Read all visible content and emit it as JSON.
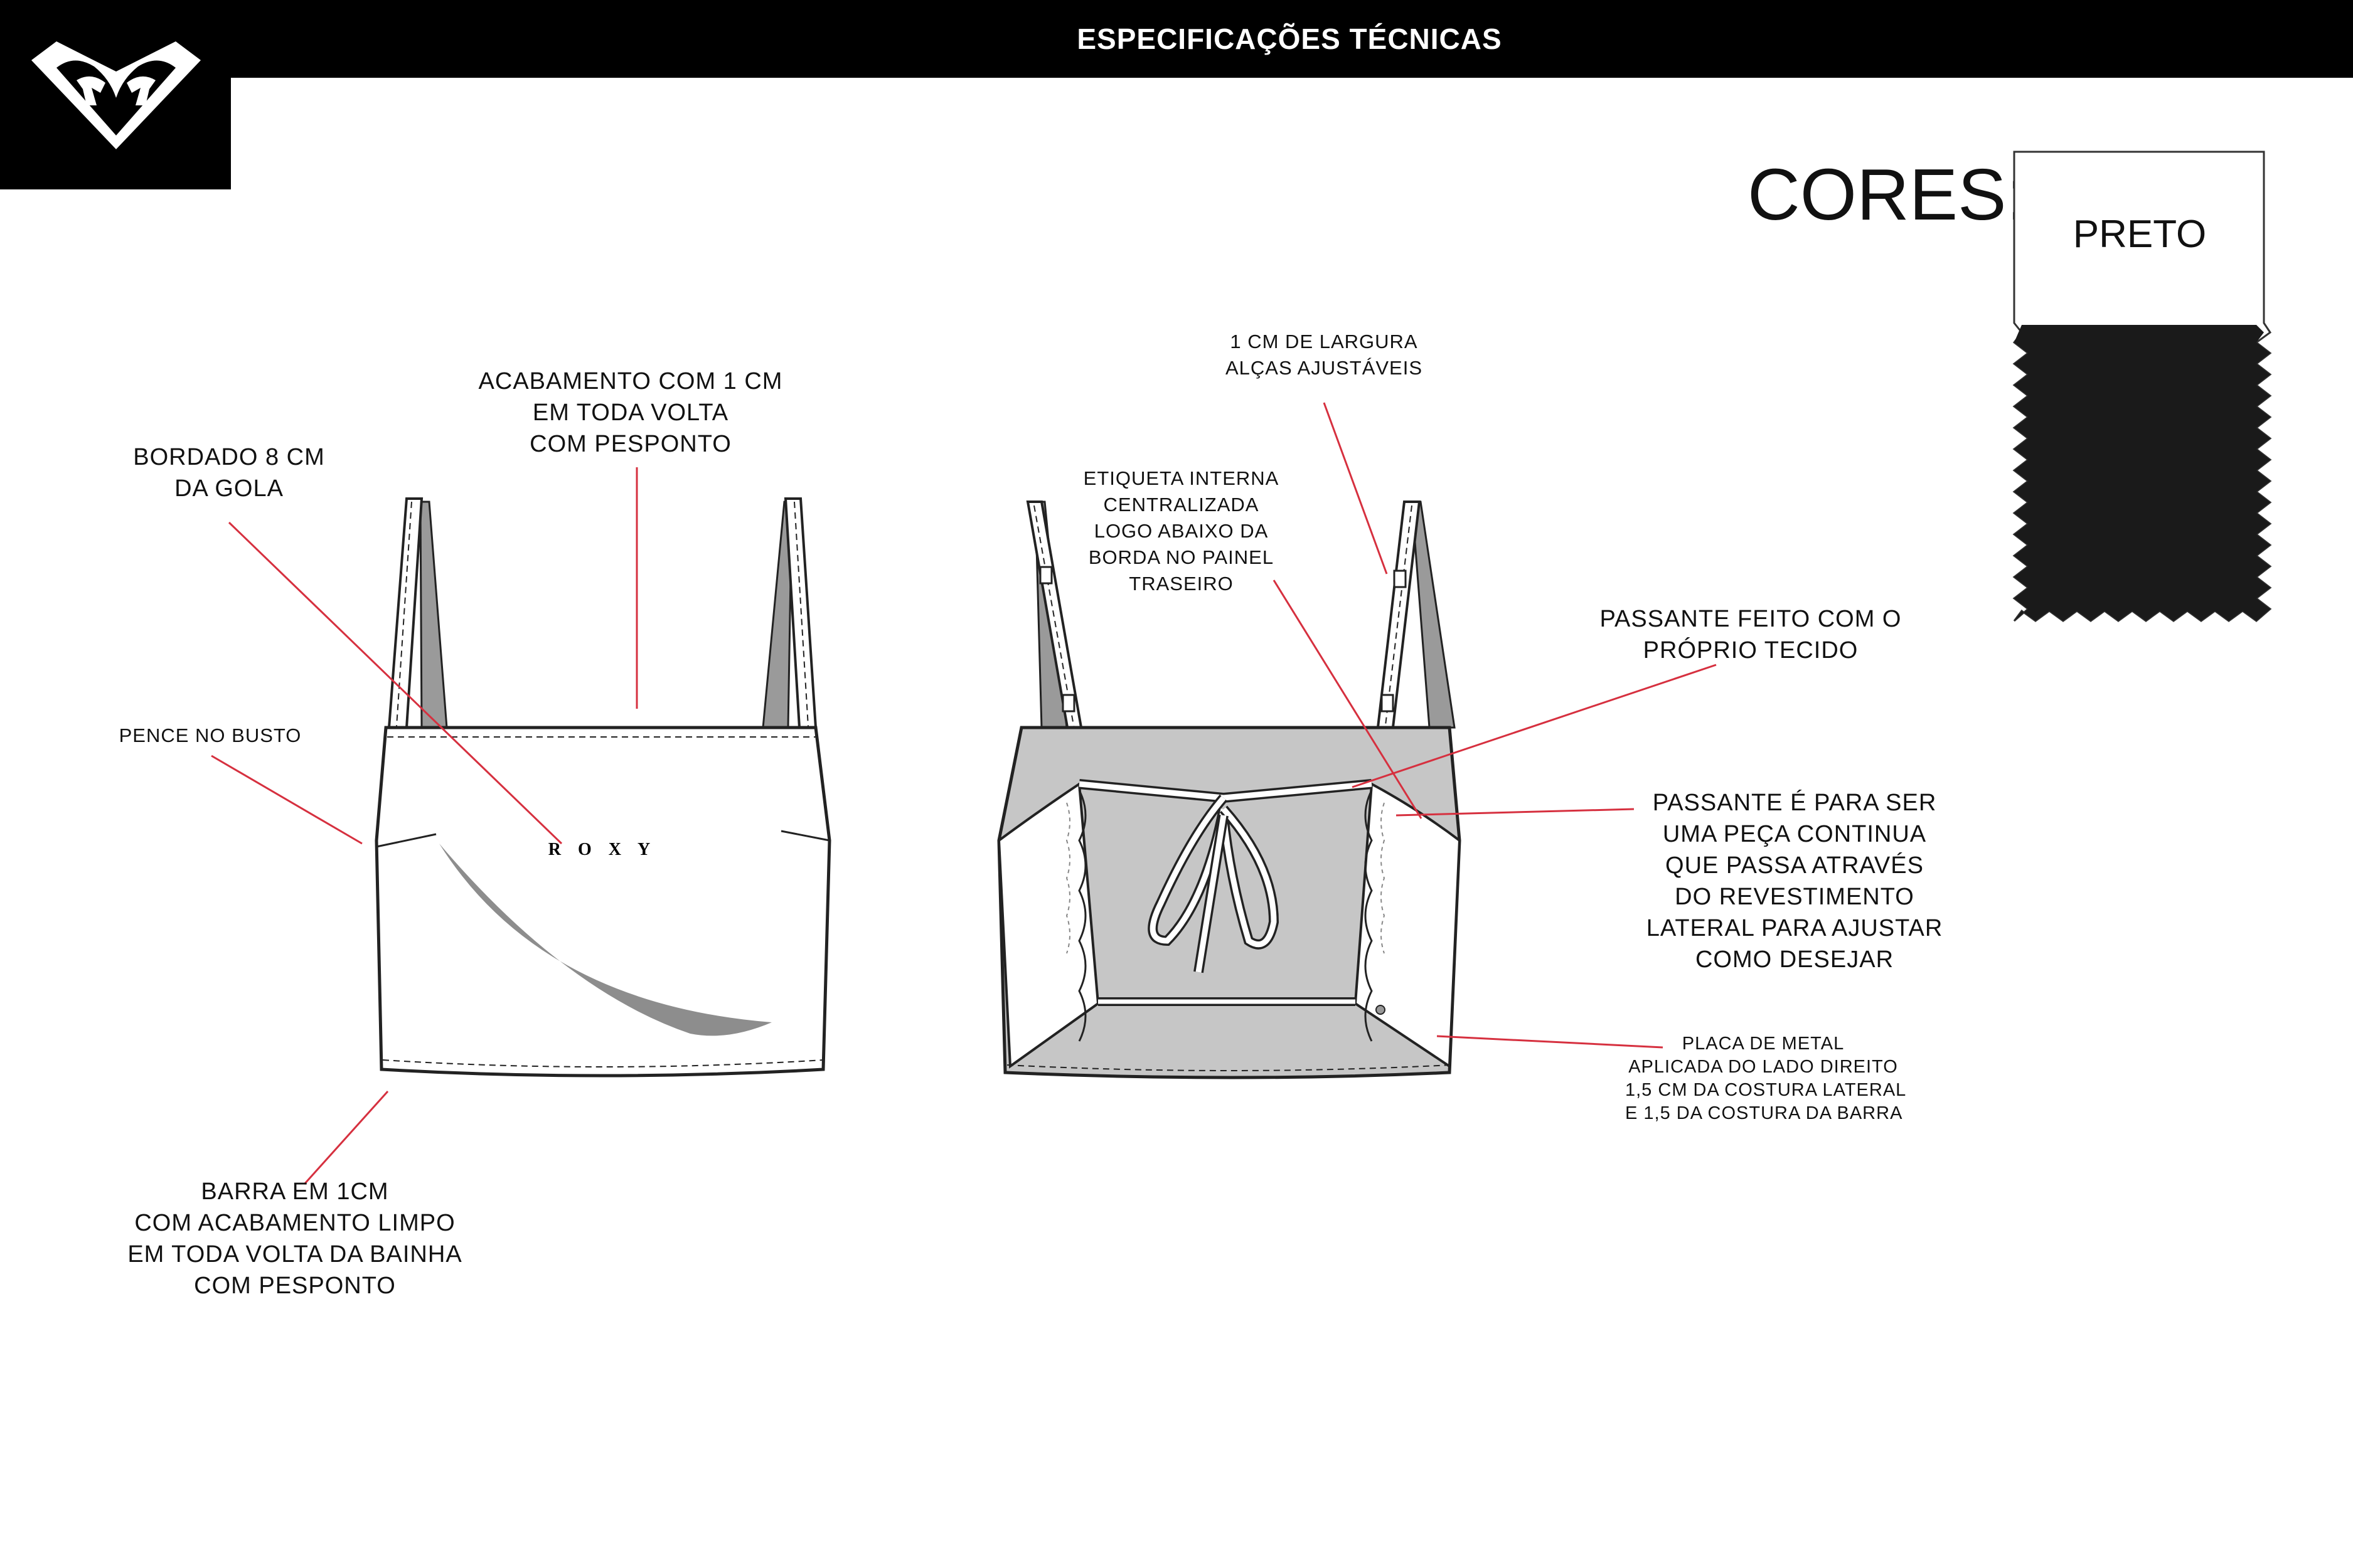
{
  "header": {
    "title": "ESPECIFICAÇÕES TÉCNICAS",
    "logo_icon": "roxy-heart-logo-icon",
    "bar_color": "#000000"
  },
  "colors": {
    "title": "CORES:",
    "swatches": [
      {
        "name": "PRETO",
        "hex": "#1a1a1a"
      }
    ]
  },
  "garments": {
    "front": {
      "embroidery_text": "R O X Y",
      "fill": "#ffffff"
    },
    "back": {
      "fill": "#c6c6c6"
    }
  },
  "annotations": {
    "neck_finish": [
      "ACABAMENTO COM 1 CM",
      "EM TODA VOLTA",
      "COM PESPONTO"
    ],
    "embroidery": [
      "BORDADO 8 CM",
      "DA GOLA"
    ],
    "bust_dart": [
      "PENCE NO BUSTO"
    ],
    "hem": [
      "BARRA EM 1CM",
      "COM ACABAMENTO LIMPO",
      "EM TODA VOLTA DA BAINHA",
      "COM PESPONTO"
    ],
    "straps": [
      "1 CM DE LARGURA",
      "ALÇAS AJUSTÁVEIS"
    ],
    "label": [
      "ETIQUETA INTERNA",
      "CENTRALIZADA",
      "LOGO ABAIXO DA",
      "BORDA NO PAINEL",
      "TRASEIRO"
    ],
    "loop_fabric": [
      "PASSANTE FEITO COM O",
      "PRÓPRIO TECIDO"
    ],
    "loop_continuous": [
      "PASSANTE É PARA SER",
      "UMA PEÇA CONTINUA",
      "QUE PASSA ATRAVÉS",
      "DO REVESTIMENTO",
      "LATERAL PARA AJUSTAR",
      "COMO DESEJAR"
    ],
    "metal_plate": [
      "PLACA DE METAL",
      "APLICADA DO LADO DIREITO",
      "1,5 CM DA COSTURA LATERAL",
      "E 1,5 DA COSTURA DA BARRA"
    ],
    "leader_color": "#d6303f"
  }
}
